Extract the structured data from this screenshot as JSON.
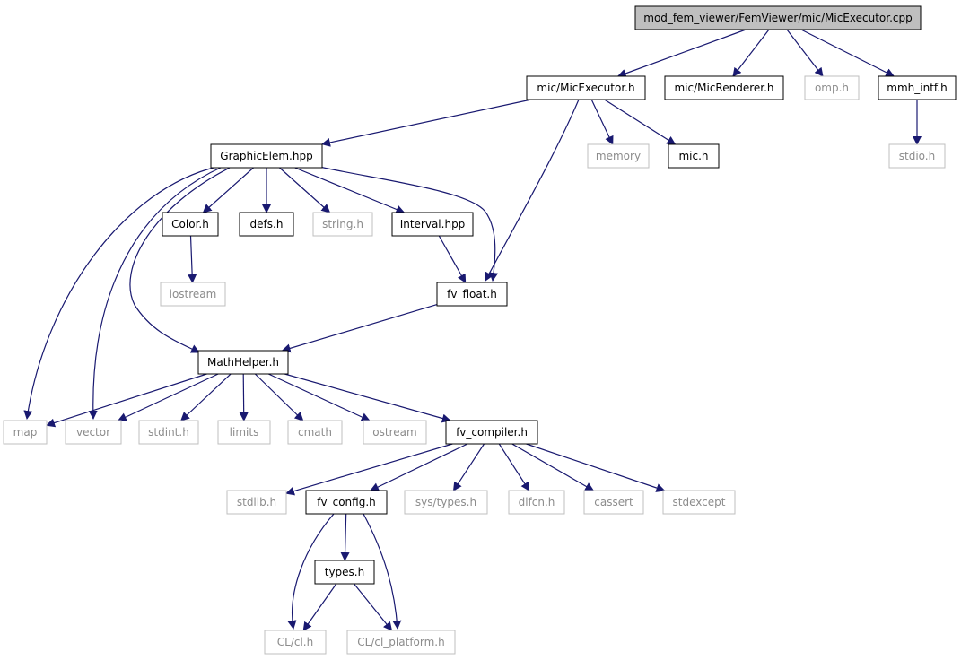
{
  "title": "mod_fem_viewer/FemViewer/mic/MicExecutor.cpp",
  "colors": {
    "edge": "#191970",
    "documented_border": "#000000",
    "external_border": "#bfbfbf",
    "external_text": "#8c8c8c",
    "root_fill": "#bfbfbf",
    "text": "#000000"
  },
  "nodes": [
    {
      "id": "root",
      "label": "mod_fem_viewer/FemViewer/mic/MicExecutor.cpp",
      "kind": "root"
    },
    {
      "id": "mic_executor_h",
      "label": "mic/MicExecutor.h",
      "kind": "documented"
    },
    {
      "id": "mic_renderer_h",
      "label": "mic/MicRenderer.h",
      "kind": "documented"
    },
    {
      "id": "omp_h",
      "label": "omp.h",
      "kind": "external"
    },
    {
      "id": "mmh_intf_h",
      "label": "mmh_intf.h",
      "kind": "documented"
    },
    {
      "id": "stdio_h",
      "label": "stdio.h",
      "kind": "external"
    },
    {
      "id": "graphic_elem_hpp",
      "label": "GraphicElem.hpp",
      "kind": "documented"
    },
    {
      "id": "memory",
      "label": "memory",
      "kind": "external"
    },
    {
      "id": "mic_h",
      "label": "mic.h",
      "kind": "documented"
    },
    {
      "id": "color_h",
      "label": "Color.h",
      "kind": "documented"
    },
    {
      "id": "defs_h",
      "label": "defs.h",
      "kind": "documented"
    },
    {
      "id": "string_h",
      "label": "string.h",
      "kind": "external"
    },
    {
      "id": "interval_hpp",
      "label": "Interval.hpp",
      "kind": "documented"
    },
    {
      "id": "iostream",
      "label": "iostream",
      "kind": "external"
    },
    {
      "id": "fv_float_h",
      "label": "fv_float.h",
      "kind": "documented"
    },
    {
      "id": "math_helper_h",
      "label": "MathHelper.h",
      "kind": "documented"
    },
    {
      "id": "map",
      "label": "map",
      "kind": "external"
    },
    {
      "id": "vector",
      "label": "vector",
      "kind": "external"
    },
    {
      "id": "stdint_h",
      "label": "stdint.h",
      "kind": "external"
    },
    {
      "id": "limits",
      "label": "limits",
      "kind": "external"
    },
    {
      "id": "cmath",
      "label": "cmath",
      "kind": "external"
    },
    {
      "id": "ostream",
      "label": "ostream",
      "kind": "external"
    },
    {
      "id": "fv_compiler_h",
      "label": "fv_compiler.h",
      "kind": "documented"
    },
    {
      "id": "stdlib_h",
      "label": "stdlib.h",
      "kind": "external"
    },
    {
      "id": "fv_config_h",
      "label": "fv_config.h",
      "kind": "documented"
    },
    {
      "id": "sys_types_h",
      "label": "sys/types.h",
      "kind": "external"
    },
    {
      "id": "dlfcn_h",
      "label": "dlfcn.h",
      "kind": "external"
    },
    {
      "id": "cassert",
      "label": "cassert",
      "kind": "external"
    },
    {
      "id": "stdexcept",
      "label": "stdexcept",
      "kind": "external"
    },
    {
      "id": "types_h",
      "label": "types.h",
      "kind": "documented"
    },
    {
      "id": "cl_cl_h",
      "label": "CL/cl.h",
      "kind": "external"
    },
    {
      "id": "cl_platform_h",
      "label": "CL/cl_platform.h",
      "kind": "external"
    }
  ],
  "edges": [
    {
      "from": "root",
      "to": "mic_executor_h"
    },
    {
      "from": "root",
      "to": "mic_renderer_h"
    },
    {
      "from": "root",
      "to": "omp_h"
    },
    {
      "from": "root",
      "to": "mmh_intf_h"
    },
    {
      "from": "mmh_intf_h",
      "to": "stdio_h"
    },
    {
      "from": "mic_executor_h",
      "to": "graphic_elem_hpp"
    },
    {
      "from": "mic_executor_h",
      "to": "memory"
    },
    {
      "from": "mic_executor_h",
      "to": "mic_h"
    },
    {
      "from": "mic_executor_h",
      "to": "fv_float_h"
    },
    {
      "from": "graphic_elem_hpp",
      "to": "color_h"
    },
    {
      "from": "graphic_elem_hpp",
      "to": "defs_h"
    },
    {
      "from": "graphic_elem_hpp",
      "to": "string_h"
    },
    {
      "from": "graphic_elem_hpp",
      "to": "interval_hpp"
    },
    {
      "from": "graphic_elem_hpp",
      "to": "fv_float_h"
    },
    {
      "from": "graphic_elem_hpp",
      "to": "map"
    },
    {
      "from": "graphic_elem_hpp",
      "to": "vector"
    },
    {
      "from": "graphic_elem_hpp",
      "to": "math_helper_h"
    },
    {
      "from": "color_h",
      "to": "iostream"
    },
    {
      "from": "interval_hpp",
      "to": "fv_float_h"
    },
    {
      "from": "fv_float_h",
      "to": "math_helper_h"
    },
    {
      "from": "math_helper_h",
      "to": "map"
    },
    {
      "from": "math_helper_h",
      "to": "vector"
    },
    {
      "from": "math_helper_h",
      "to": "stdint_h"
    },
    {
      "from": "math_helper_h",
      "to": "limits"
    },
    {
      "from": "math_helper_h",
      "to": "cmath"
    },
    {
      "from": "math_helper_h",
      "to": "ostream"
    },
    {
      "from": "math_helper_h",
      "to": "fv_compiler_h"
    },
    {
      "from": "fv_compiler_h",
      "to": "stdlib_h"
    },
    {
      "from": "fv_compiler_h",
      "to": "fv_config_h"
    },
    {
      "from": "fv_compiler_h",
      "to": "sys_types_h"
    },
    {
      "from": "fv_compiler_h",
      "to": "dlfcn_h"
    },
    {
      "from": "fv_compiler_h",
      "to": "cassert"
    },
    {
      "from": "fv_compiler_h",
      "to": "stdexcept"
    },
    {
      "from": "fv_config_h",
      "to": "types_h"
    },
    {
      "from": "fv_config_h",
      "to": "cl_cl_h"
    },
    {
      "from": "fv_config_h",
      "to": "cl_platform_h"
    },
    {
      "from": "types_h",
      "to": "cl_cl_h"
    },
    {
      "from": "types_h",
      "to": "cl_platform_h"
    }
  ]
}
